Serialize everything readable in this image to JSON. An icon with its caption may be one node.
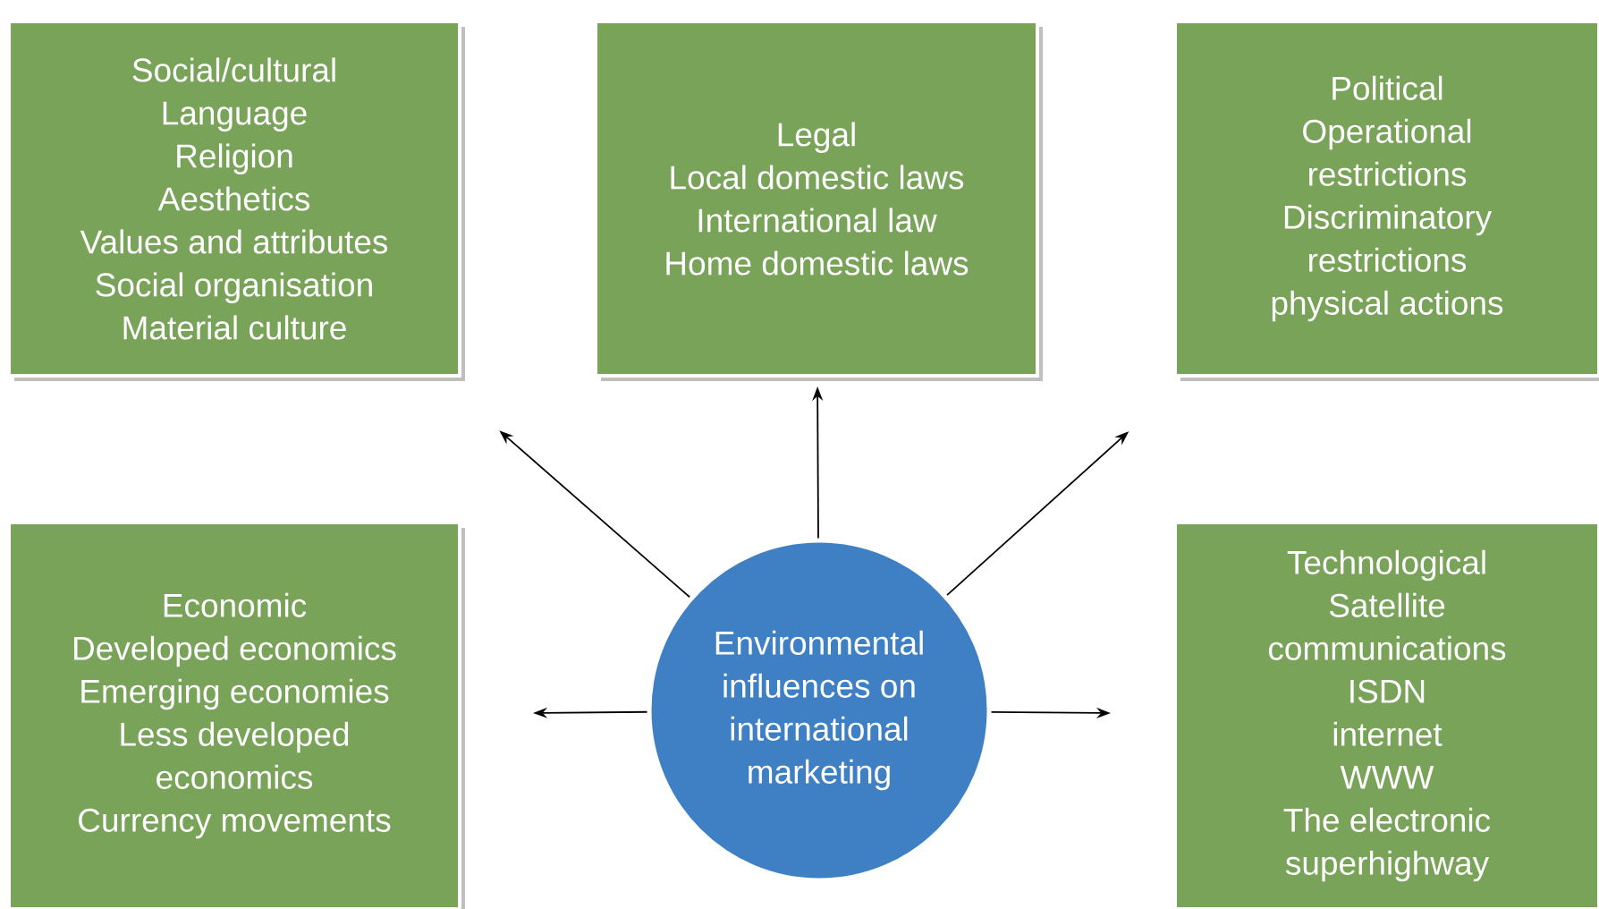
{
  "diagram": {
    "nodes": [
      {
        "text": [
          "Social/cultural",
          "Language",
          "Religion",
          "Aesthetics",
          "Values and attributes",
          "Social organisation",
          "Material culture"
        ]
      },
      {
        "text": [
          "Legal",
          "Local domestic laws",
          "International law",
          "Home domestic laws"
        ]
      },
      {
        "text": [
          "Political",
          "Operational restrictions",
          "Discriminatory restrictions",
          "physical actions"
        ]
      },
      {
        "text": [
          "Economic",
          "Developed economics",
          "Emerging economies",
          "Less developed economics",
          "Currency movements"
        ]
      },
      {
        "text": [
          "Technological",
          "Satellite communications",
          "ISDN",
          "internet",
          "WWW",
          "The electronic superhighway"
        ]
      },
      {
        "text": [
          "Environmental influences on international marketing"
        ]
      }
    ],
    "edges": [
      {
        "from": 5,
        "to": 0,
        "arrow": "to"
      },
      {
        "from": 5,
        "to": 1,
        "arrow": "to"
      },
      {
        "from": 5,
        "to": 2,
        "arrow": "to"
      },
      {
        "from": 5,
        "to": 3,
        "arrow": "to"
      },
      {
        "from": 5,
        "to": 4,
        "arrow": "to"
      }
    ]
  }
}
